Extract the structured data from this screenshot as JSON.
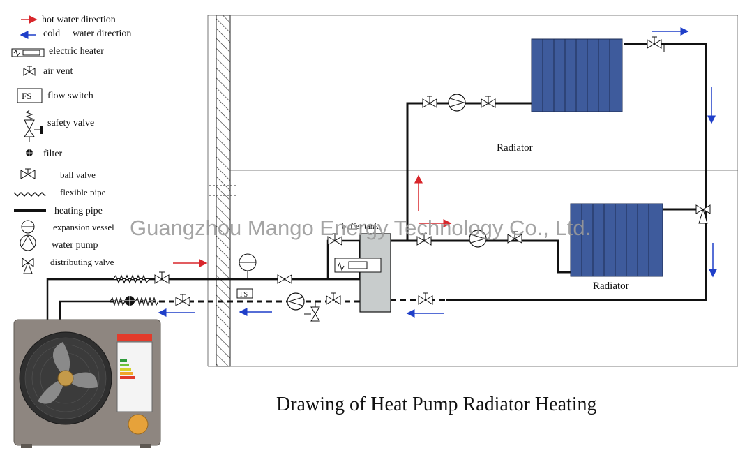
{
  "legend": {
    "hot_water_direction": "hot water direction",
    "cold_water_direction_1": "cold",
    "cold_water_direction_2": "water direction",
    "electric_heater": "electric heater",
    "air_vent": "air vent",
    "flow_switch_symbol": "FS",
    "flow_switch": "flow switch",
    "safety_valve": "safety valve",
    "filter": "filter",
    "ball_valve": "ball valve",
    "flexible_pipe": "flexible pipe",
    "heating_pipe": "heating pipe",
    "expansion_vessel": "expansion vessel",
    "water_pump": "water pump",
    "distributing_valve": "distributing valve"
  },
  "labels": {
    "radiator_upper": "Radiator",
    "radiator_lower": "Radiator",
    "buffer_tank": "buffer tank",
    "fs_box": "FS"
  },
  "title": "Drawing of Heat Pump Radiator Heating",
  "watermark": "Guangzhou Mango Energy Technology Co., Ltd.",
  "colors": {
    "hot_arrow": "#d8262b",
    "cold_arrow": "#1f3fc9",
    "radiator_fill": "#3e5b9c",
    "tank_fill": "#c8cccc",
    "unit_body": "#8e8680"
  }
}
